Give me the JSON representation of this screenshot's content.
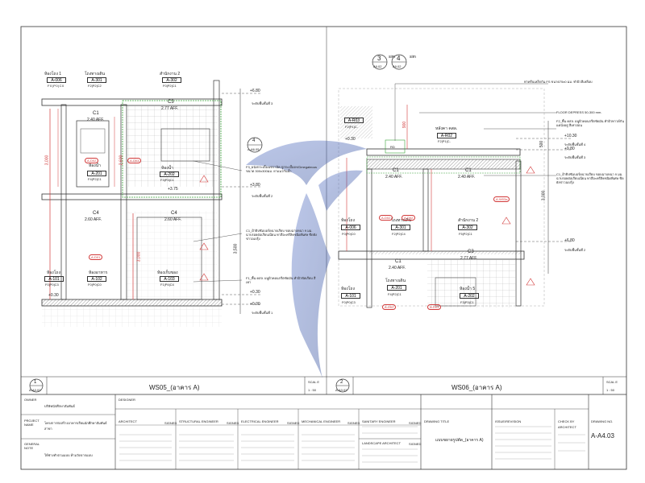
{
  "views": [
    {
      "title": "WS05_(อาคาร A)",
      "number": "1",
      "sheet_ref": "A-A3.02",
      "scale_label": "SCAL E",
      "scale": "1 : 50"
    },
    {
      "title": "WS06_(อาคาร A)",
      "number": "2",
      "sheet_ref": "A-A3.02",
      "scale_label": "SCAL E",
      "scale": "1 : 50"
    }
  ],
  "left_rooms": [
    {
      "name": "ห้องโถง 1",
      "code": "A-006",
      "tags": [
        "F0",
        "P0",
        "C0"
      ]
    },
    {
      "name": "โถงทางเดิน",
      "code": "A-301",
      "tags": [
        "F2",
        "P2",
        "C2"
      ]
    },
    {
      "name": "สำนักงาน 2",
      "code": "A-302",
      "tags": [
        "F0",
        "P2",
        "C1"
      ]
    },
    {
      "name": "ห้องน้ำ",
      "code": "A-201",
      "tags": [
        "F4",
        "P2",
        "C1"
      ]
    },
    {
      "name": "ห้องน้ำ",
      "code": "A-202",
      "tags": [
        "F3",
        "P3",
        "C1"
      ]
    },
    {
      "name": "ห้องโถง",
      "code": "A-101",
      "tags": [
        "F0",
        "P0",
        "C3"
      ]
    },
    {
      "name": "ห้องอาหาร",
      "code": "A-102",
      "tags": [
        "F0",
        "P0",
        "C0"
      ]
    },
    {
      "name": "ห้องเก็บของ",
      "code": "A-103",
      "tags": [
        "F1",
        "P4",
        "C4"
      ]
    }
  ],
  "left_ceilings": [
    {
      "tag": "C1",
      "height": "2.40 AFF."
    },
    {
      "tag": "C3",
      "height": "2.77 AFF."
    },
    {
      "tag": "C4",
      "height": "2.60 AFF."
    },
    {
      "tag": "C4",
      "height": "2.60 AFF."
    }
  ],
  "left_levels": [
    "+6.80",
    "+3.80",
    "+3.75",
    "+0.30",
    "+0.00",
    "+0.30"
  ],
  "left_level_notes": [
    "ระดับพื้นชั้นที่ 3",
    "ระดับพื้นชั้นที่ 2",
    "ระดับพื้นชั้นที่ 1"
  ],
  "left_dims": [
    "3,000",
    "2,600",
    "3,000",
    "3,500"
  ],
  "left_markers": [
    "A-D02",
    "A-D03",
    "A-D01"
  ],
  "left_section": {
    "num": "4",
    "sheet": "A-A6.05"
  },
  "left_notes": [
    "F3_ผนังกระเบื้องเซรามิค ปูกระเบื้องH/Dmegateous ขนาด 300x300มม. ยาแนวกันน้ำ",
    "C1_ฝ้ายิปซัมบอร์ดฉาบเรียบ ขอบฉาบหนา 9 มม. ฉาบรอยต่อเรียบเนียน ทาสีอะครีลิคชนิดพิเศษ ชีดยังข่าวอเปรุ้ง",
    "F1_พื้น คสล. ผนูผิวคอนกรีตขัดมัน ทำผิวขัดเรียบ สีเทา"
  ],
  "right_rooms": [
    {
      "name": "",
      "code": "A-R03",
      "tags": [
        "F2",
        "P1",
        "C-"
      ]
    },
    {
      "name": "หลังคา คสล.",
      "code": "A-R02",
      "tags": [
        "F2",
        "P1",
        "C-"
      ]
    },
    {
      "name": "ห้องโถง",
      "code": "A-006",
      "tags": [
        "F0",
        "P0",
        "C0"
      ]
    },
    {
      "name": "โถงทางเดิน",
      "code": "A-301",
      "tags": [
        "F2",
        "P2",
        "C4"
      ]
    },
    {
      "name": "สำนักงาน 2",
      "code": "A-302",
      "tags": [
        "F5",
        "P2",
        "C1"
      ]
    },
    {
      "name": "ห้องโถง",
      "code": "A-101",
      "tags": [
        "F0",
        "P0",
        "C3"
      ]
    },
    {
      "name": "โถงทางเดิน",
      "code": "A-201",
      "tags": [
        "F4",
        "P2",
        "C1"
      ]
    },
    {
      "name": "ห้องน้ำ 5",
      "code": "A-202",
      "tags": [
        "F3",
        "P3",
        "C1"
      ]
    }
  ],
  "right_ceilings": [
    {
      "tag": "C1",
      "height": "2.40 AFF."
    },
    {
      "tag": "C1",
      "height": "2.40 AFF."
    },
    {
      "tag": "C3",
      "height": "2.77 AFF."
    },
    {
      "tag": "C1",
      "height": "2.40 AFF."
    }
  ],
  "right_levels": [
    "+10.30",
    "+9.80",
    "+6.80",
    "+0.30"
  ],
  "right_level_notes": [
    "ระดับพื้นชั้นที่ 4",
    "ระดับพื้นชั้นที่ 3",
    "ระดับพื้นชั้นที่ 2"
  ],
  "right_dims": [
    "900",
    "500",
    "3,000"
  ],
  "right_markers": [
    "A-D02",
    "A-D02",
    "A-W03a",
    "A-D02",
    "A-D03"
  ],
  "right_sections": [
    {
      "num": "3",
      "sheet": "A9.02"
    },
    {
      "num": "4",
      "sheet": "A9.02"
    }
  ],
  "right_sim": [
    "sim",
    "sim"
  ],
  "right_notes": [
    "ท่าครีบเหล็กกัน FS ขนาด75x0 มม. ทำผิวสีเหลือบ",
    "FLOOR DEPRESS 50-300 mm.",
    "F2_พื้น คสล. ผนูผิวคอนกรีตขัดมัน ทำผิวทาวด์กันแดนั่งอยู่ สีเทาอ่อน",
    "C1_ฝ้ายิปซัมบอร์ดฉาบเรียบ ขอบฉาบหนา 9 มม. ฉาบรอยต่อเรียบเนียน ทาสีอะครีลิคชนิดพิเศษ ชีดยังข่าวอเปรุ้ง"
  ],
  "right_rd": "RD",
  "title_block": {
    "owner_label": "OWNER",
    "owner_value": "บริษัทนักศึกษาสัมพันธ์",
    "project_label": "PROJECT NAME",
    "project_value": "โครงการก่อสร้างอาคารเรียนนักศึกษาสัมพันธ์สาขา",
    "general_label": "GENERAL NOTE",
    "general_value": "ให้ช่างทำตามแบบ ห้ามวัดจากแบบ",
    "designer_label": "DESIGNER",
    "roles": [
      "ARCHITECT",
      "STRUCTURAL ENGINEER",
      "ELECTRICAL ENGINEER",
      "MECHANICAL ENGINEER",
      "SANITARY ENGINEER"
    ],
    "signed": "SIGNED",
    "landscape_label": "LANDSCAPE ARCHITECT",
    "drawing_title_label": "DRAWING TITLE",
    "drawing_title_value": "แบบขยายรูปตัด_(อาคาร A)",
    "issue_label": "ISSUE/REVISION",
    "check_label": "CHECK BY",
    "architect_small": "ARCHITECT",
    "drawing_no_label": "DRAWING NO.",
    "drawing_no_value": "A-A4.03"
  },
  "colors": {
    "red": "#d23a3a",
    "green": "#3aa43a",
    "watermark": "#3e5aa8",
    "line": "#333333"
  }
}
